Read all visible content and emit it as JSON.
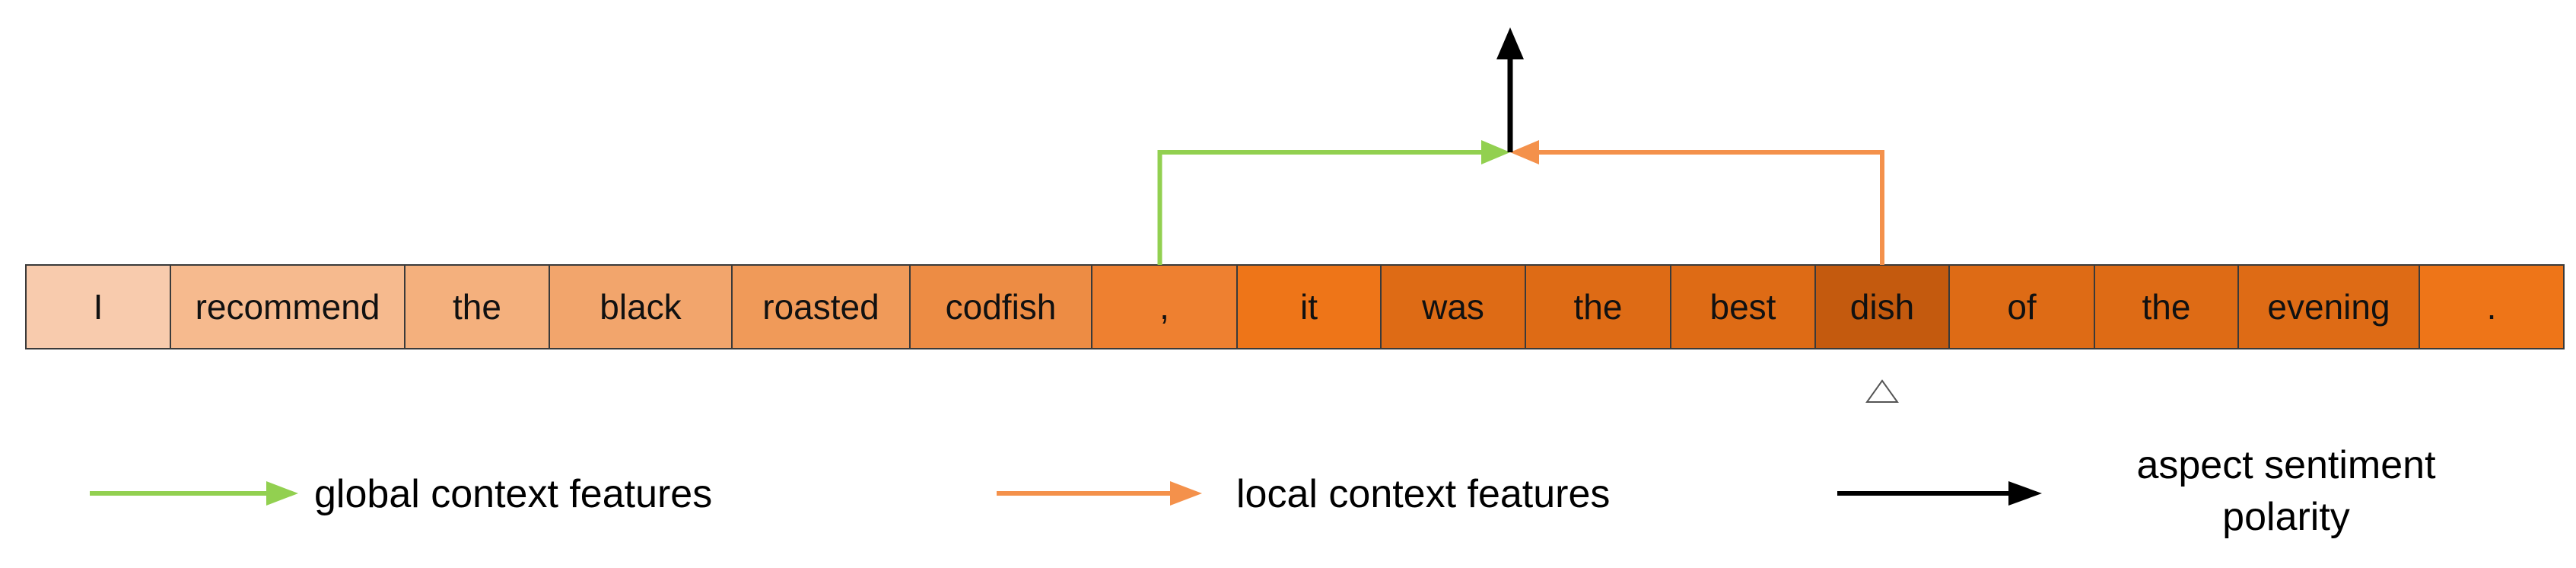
{
  "tokens": [
    {
      "text": "I",
      "color": "#F8CBAD"
    },
    {
      "text": "recommend",
      "color": "#F6BA8E"
    },
    {
      "text": "the",
      "color": "#F4B07D"
    },
    {
      "text": "black",
      "color": "#F2A56C"
    },
    {
      "text": "roasted",
      "color": "#F09A59"
    },
    {
      "text": "codfish",
      "color": "#ED8C44"
    },
    {
      "text": ",",
      "color": "#EE8030"
    },
    {
      "text": "it",
      "color": "#EE7518"
    },
    {
      "text": "was",
      "color": "#DE6B15"
    },
    {
      "text": "the",
      "color": "#DE6B15"
    },
    {
      "text": "best",
      "color": "#DE6B15"
    },
    {
      "text": "dish",
      "color": "#C45A0E"
    },
    {
      "text": "of",
      "color": "#DE6B15"
    },
    {
      "text": "the",
      "color": "#DE6B15"
    },
    {
      "text": "evening",
      "color": "#DE6B15"
    },
    {
      "text": ".",
      "color": "#EE7518"
    }
  ],
  "aspect_token_index": 11,
  "global_source_token_index": 6,
  "colors": {
    "global_arrow": "#92D050",
    "local_arrow": "#F4914B",
    "output_arrow": "#000000",
    "cell_border": "#3a3a3a"
  },
  "legend": [
    {
      "label": "global context features",
      "color": "#92D050"
    },
    {
      "label": "local context features",
      "color": "#F4914B"
    },
    {
      "label": "aspect sentiment polarity",
      "color": "#000000"
    }
  ]
}
